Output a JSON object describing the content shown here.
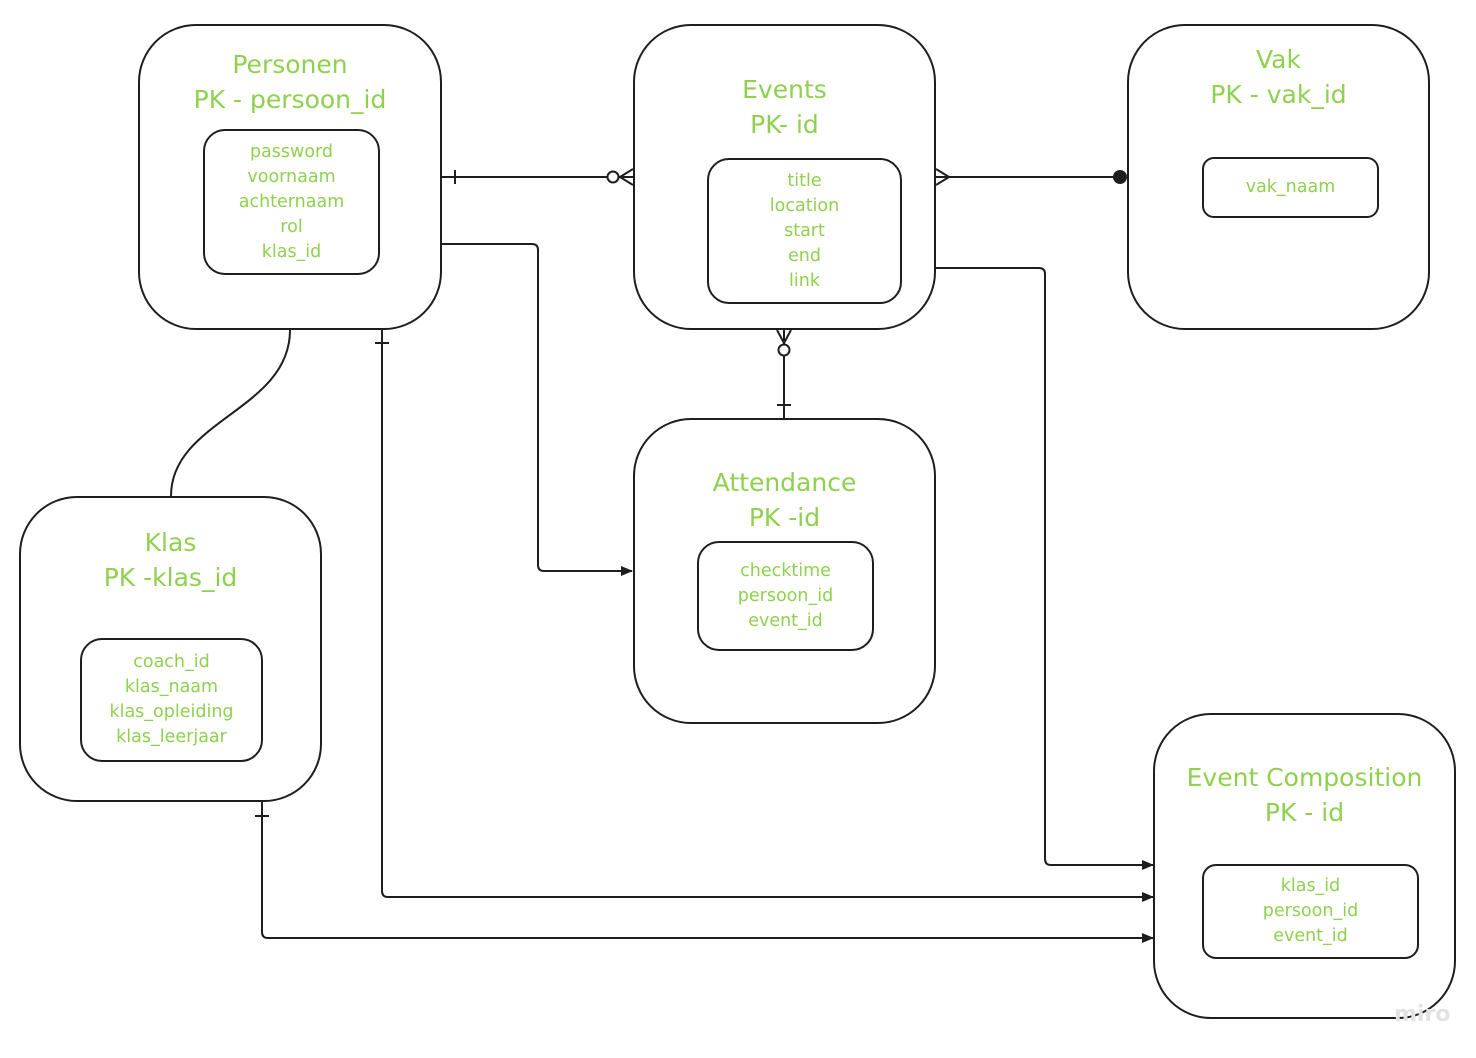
{
  "entities": {
    "personen": {
      "name": "Personen",
      "pk": "PK - persoon_id",
      "attributes": [
        "password",
        "voornaam",
        "achternaam",
        "rol",
        "klas_id"
      ]
    },
    "events": {
      "name": "Events",
      "pk": "PK- id",
      "attributes": [
        "title",
        "location",
        "start",
        "end",
        "link"
      ]
    },
    "vak": {
      "name": "Vak",
      "pk": "PK - vak_id",
      "attributes": [
        "vak_naam"
      ]
    },
    "attendance": {
      "name": "Attendance",
      "pk": "PK -id",
      "attributes": [
        "checktime",
        "persoon_id",
        "event_id"
      ]
    },
    "klas": {
      "name": "Klas",
      "pk": "PK -klas_id",
      "attributes": [
        "coach_id",
        "klas_naam",
        "klas_opleiding",
        "klas_leerjaar"
      ]
    },
    "event_composition": {
      "name": "Event Composition",
      "pk": "PK - id",
      "attributes": [
        "klas_id",
        "persoon_id",
        "event_id"
      ]
    }
  },
  "relationships": [
    {
      "from": "personen",
      "to": "events",
      "from_end": "one",
      "to_end": "zero-or-many"
    },
    {
      "from": "events",
      "to": "vak",
      "from_end": "many",
      "to_end": "one-dot"
    },
    {
      "from": "events",
      "to": "attendance",
      "from_end": "zero-or-many",
      "to_end": "one"
    },
    {
      "from": "personen",
      "to": "attendance",
      "from_end": "none",
      "to_end": "arrow"
    },
    {
      "from": "personen",
      "to": "klas",
      "from_end": "none",
      "to_end": "none"
    },
    {
      "from": "events",
      "to": "event_composition",
      "from_end": "none",
      "to_end": "arrow"
    },
    {
      "from": "personen",
      "to": "event_composition",
      "from_end": "one",
      "to_end": "arrow"
    },
    {
      "from": "klas",
      "to": "event_composition",
      "from_end": "one",
      "to_end": "arrow"
    }
  ],
  "colors": {
    "text": "#8fd14f",
    "line": "#1e1e1e",
    "watermark": "#e2e2e2"
  },
  "watermark": "miro"
}
